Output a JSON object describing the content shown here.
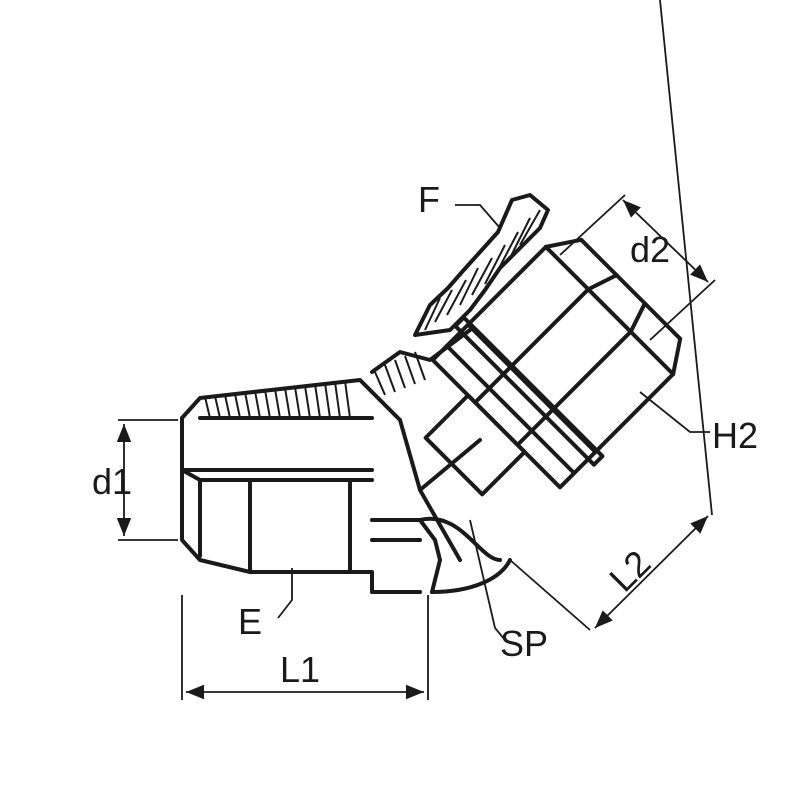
{
  "labels": {
    "F": "F",
    "d2": "d2",
    "H2": "H2",
    "d1": "d1",
    "E": "E",
    "L1": "L1",
    "L2": "L2",
    "SP": "SP"
  },
  "colors": {
    "ink": "#1a1a1a",
    "background": "#ffffff"
  }
}
